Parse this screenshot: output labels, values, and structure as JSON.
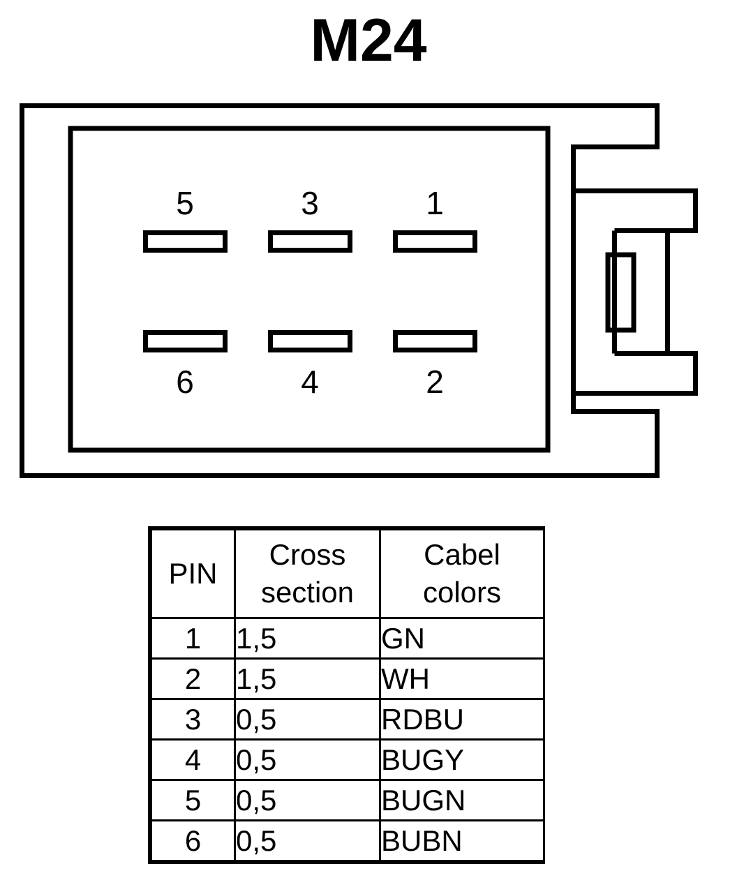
{
  "title": "M24",
  "connector": {
    "name": "connector-front-view",
    "pin_labels_top_row": [
      "5",
      "3",
      "1"
    ],
    "pin_labels_bottom_row": [
      "6",
      "4",
      "2"
    ],
    "slot_count": 6
  },
  "table": {
    "headers": {
      "pin": "PIN",
      "cross_section_line1": "Cross",
      "cross_section_line2": "section",
      "cable_colors_line1": "Cabel",
      "cable_colors_line2": "colors"
    },
    "rows": [
      {
        "pin": "1",
        "cross_section": "1,5",
        "cable_colors": "GN"
      },
      {
        "pin": "2",
        "cross_section": "1,5",
        "cable_colors": "WH"
      },
      {
        "pin": "3",
        "cross_section": "0,5",
        "cable_colors": "RDBU"
      },
      {
        "pin": "4",
        "cross_section": "0,5",
        "cable_colors": "BUGY"
      },
      {
        "pin": "5",
        "cross_section": "0,5",
        "cable_colors": "BUGN"
      },
      {
        "pin": "6",
        "cross_section": "0,5",
        "cable_colors": "BUBN"
      }
    ]
  },
  "colors": {
    "ink": "#000000",
    "paper": "#ffffff"
  }
}
